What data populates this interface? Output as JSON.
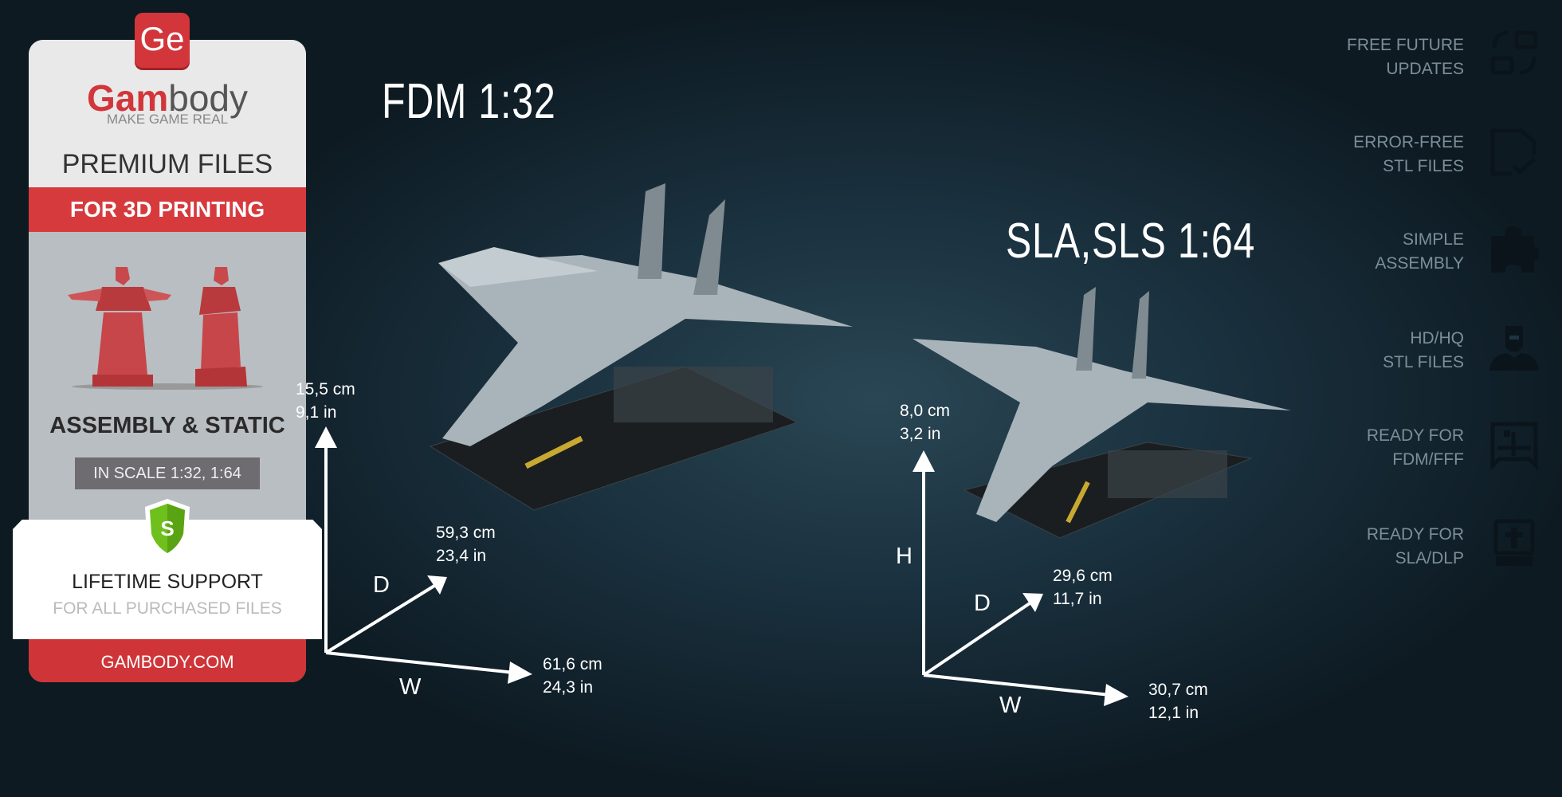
{
  "card": {
    "logo_mark": "Ge",
    "brand_red": "Gam",
    "brand_rest": "body",
    "tagline": "MAKE GAME REAL",
    "premium": "PREMIUM FILES",
    "printing": "FOR 3D PRINTING",
    "assembly": "ASSEMBLY & STATIC",
    "scale": "IN SCALE 1:32, 1:64",
    "shield_letter": "S",
    "lifetime": "LIFETIME SUPPORT",
    "lifetime_sub": "FOR ALL PURCHASED FILES",
    "site": "GAMBODY.COM",
    "accent": "#d2363a"
  },
  "fdm": {
    "title": "FDM 1:32",
    "height": [
      "15,5  cm",
      "9,1  in"
    ],
    "depth": [
      "59,3  cm",
      "23,4  in"
    ],
    "width": [
      "61,6  cm",
      "24,3  in"
    ],
    "d": "D",
    "w": "W"
  },
  "sla": {
    "title": "SLA,SLS 1:64",
    "height": [
      "8,0  cm",
      "3,2  in"
    ],
    "depth": [
      "29,6  cm",
      "11,7  in"
    ],
    "width": [
      "30,7  cm",
      "12,1  in"
    ],
    "h": "H",
    "d": "D",
    "w": "W"
  },
  "features": [
    {
      "l1": "FREE FUTURE",
      "l2": "UPDATES",
      "icon": "updates-icon"
    },
    {
      "l1": "ERROR-FREE",
      "l2": "STL FILES",
      "icon": "file-check-icon"
    },
    {
      "l1": "SIMPLE",
      "l2": "ASSEMBLY",
      "icon": "puzzle-icon"
    },
    {
      "l1": "HD/HQ",
      "l2": "STL FILES",
      "icon": "hero-bust-icon"
    },
    {
      "l1": "READY FOR",
      "l2": "FDM/FFF",
      "icon": "fdm-printer-icon"
    },
    {
      "l1": "READY FOR",
      "l2": "SLA/DLP",
      "icon": "sla-printer-icon"
    }
  ]
}
